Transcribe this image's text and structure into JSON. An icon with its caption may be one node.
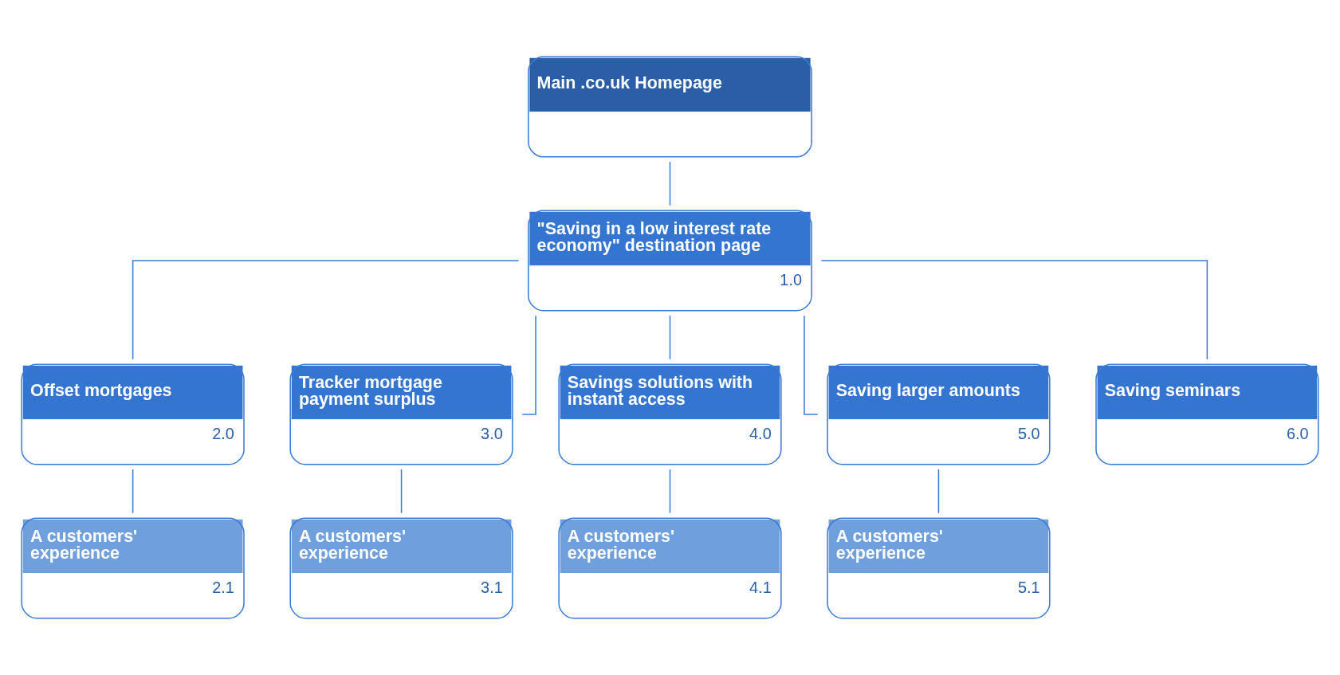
{
  "diagram": {
    "nodes": [
      {
        "text": [
          "Main .co.uk Homepage"
        ]
      },
      {
        "text": [
          "\"Saving in a low interest rate economy\" destination page",
          "1.0"
        ]
      },
      {
        "text": [
          "Offset mortgages",
          "2.0"
        ]
      },
      {
        "text": [
          "Tracker mortgage payment surplus",
          "3.0"
        ]
      },
      {
        "text": [
          "Savings solutions with instant access",
          "4.0"
        ]
      },
      {
        "text": [
          "Saving larger amounts",
          "5.0"
        ]
      },
      {
        "text": [
          "Saving seminars",
          "6.0"
        ]
      },
      {
        "text": [
          "A customers' experience",
          "2.1"
        ]
      },
      {
        "text": [
          "A customers' experience",
          "3.1"
        ]
      },
      {
        "text": [
          "A customers' experience",
          "4.1"
        ]
      },
      {
        "text": [
          "A customers' experience",
          "5.1"
        ]
      }
    ],
    "edges": [
      {
        "from": 0,
        "to": 1,
        "arrow": "none"
      },
      {
        "from": 1,
        "to": 2,
        "arrow": "none"
      },
      {
        "from": 1,
        "to": 3,
        "arrow": "none"
      },
      {
        "from": 1,
        "to": 4,
        "arrow": "none"
      },
      {
        "from": 1,
        "to": 5,
        "arrow": "none"
      },
      {
        "from": 1,
        "to": 6,
        "arrow": "none"
      },
      {
        "from": 2,
        "to": 7,
        "arrow": "none"
      },
      {
        "from": 3,
        "to": 8,
        "arrow": "none"
      },
      {
        "from": 4,
        "to": 9,
        "arrow": "none"
      },
      {
        "from": 5,
        "to": 10,
        "arrow": "none"
      }
    ]
  }
}
